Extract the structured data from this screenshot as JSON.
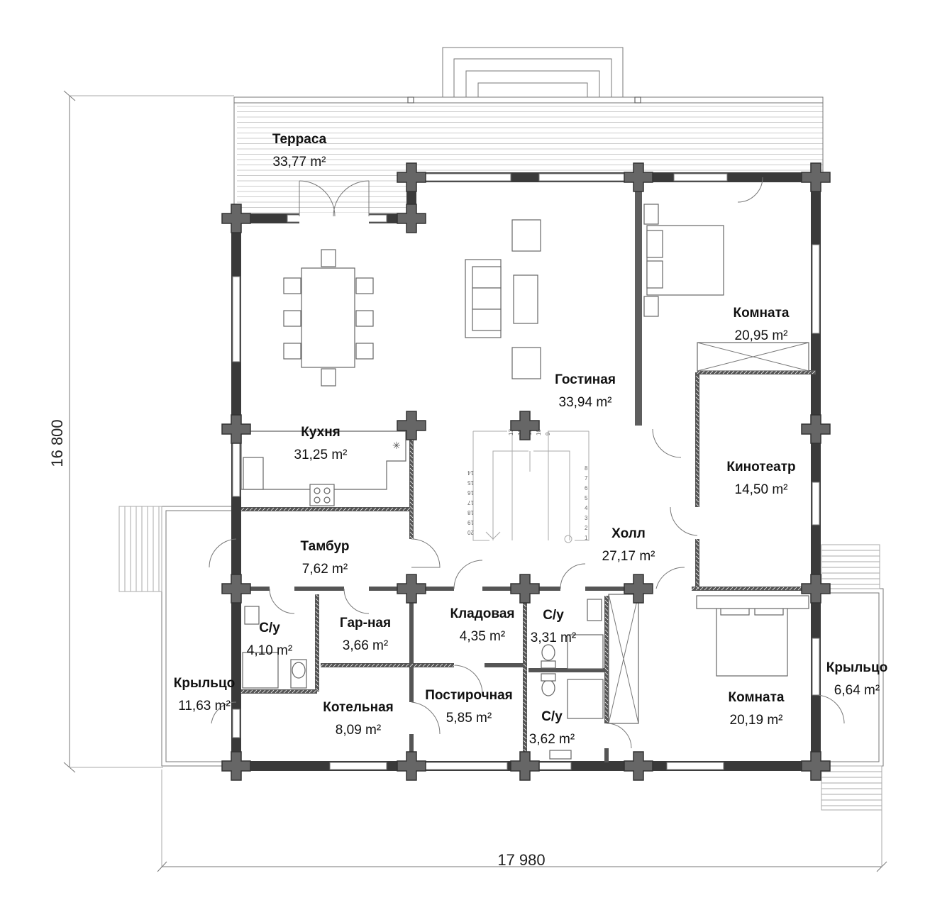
{
  "dimensions": {
    "height": "16 800",
    "width": "17 980"
  },
  "rooms": [
    {
      "name": "Терраса",
      "area": "33,77 m²"
    },
    {
      "name": "Кухня",
      "area": "31,25 m²"
    },
    {
      "name": "Гостиная",
      "area": "33,94 m²"
    },
    {
      "name": "Комната",
      "area": "20,95 m²"
    },
    {
      "name": "Кинотеатр",
      "area": "14,50 m²"
    },
    {
      "name": "Холл",
      "area": "27,17 m²"
    },
    {
      "name": "Тамбур",
      "area": "7,62 m²"
    },
    {
      "name": "С/у",
      "area": "4,10 m²"
    },
    {
      "name": "Гар-ная",
      "area": "3,66 m²"
    },
    {
      "name": "Кладовая",
      "area": "4,35 m²"
    },
    {
      "name": "С/у",
      "area": "3,31 m²"
    },
    {
      "name": "Крыльцо",
      "area": "11,63 m²"
    },
    {
      "name": "Котельная",
      "area": "8,09 m²"
    },
    {
      "name": "Постирочная",
      "area": "5,85 m²"
    },
    {
      "name": "С/у",
      "area": "3,62 m²"
    },
    {
      "name": "Комната",
      "area": "20,19 m²"
    },
    {
      "name": "Крыльцо",
      "area": "6,64 m²"
    }
  ],
  "stairs": {
    "left_steps": [
      "14",
      "15",
      "16",
      "17",
      "18",
      "19",
      "20"
    ],
    "top_steps": [
      "13",
      "12",
      "11",
      "10",
      "9"
    ],
    "right_steps": [
      "8",
      "7",
      "6",
      "5",
      "4",
      "3",
      "2",
      "1"
    ]
  }
}
